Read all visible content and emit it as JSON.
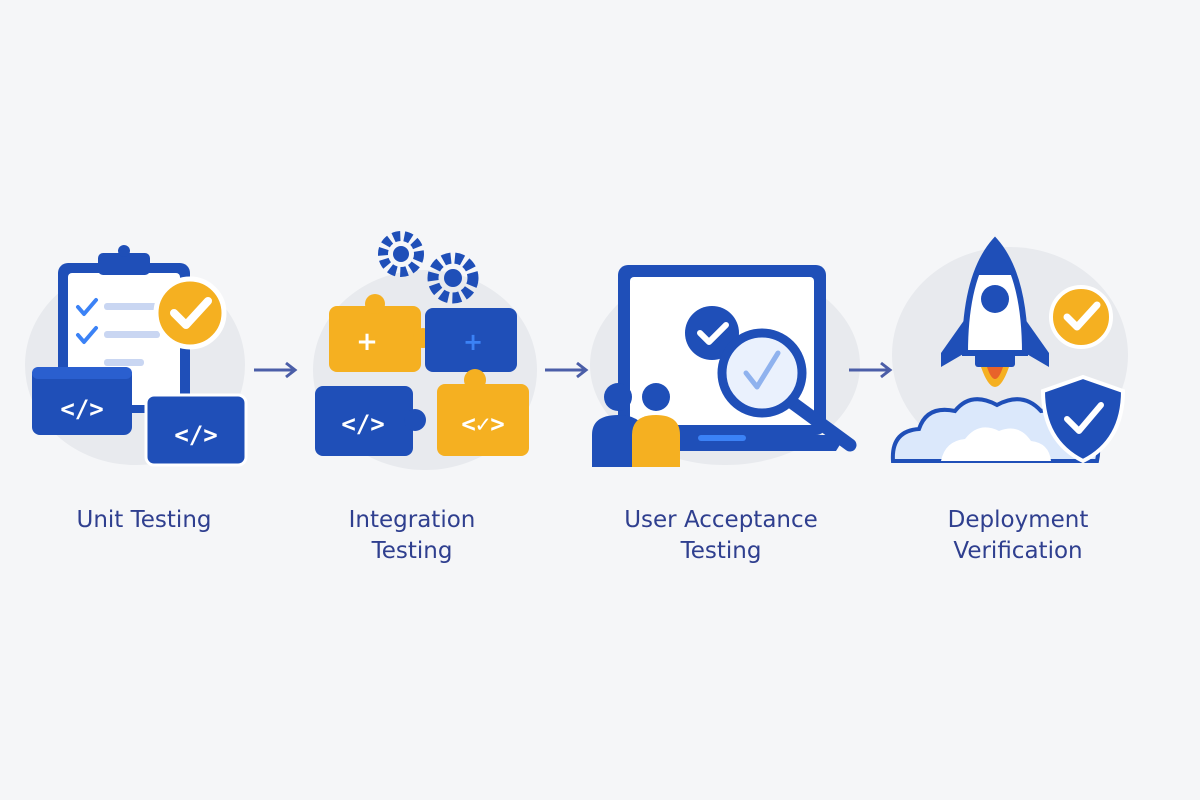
{
  "diagram": {
    "stages": [
      {
        "id": "unit",
        "label_lines": [
          "Unit Testing"
        ]
      },
      {
        "id": "integration",
        "label_lines": [
          "Integration",
          "Testing"
        ]
      },
      {
        "id": "uat",
        "label_lines": [
          "User Acceptance",
          "Testing"
        ]
      },
      {
        "id": "deployment",
        "label_lines": [
          "Deployment",
          "Verification"
        ]
      }
    ],
    "colors": {
      "primary_blue": "#1f4fb8",
      "light_blue": "#3b82f6",
      "accent_yellow": "#f5b021",
      "label_text": "#2f3f8f",
      "arrow": "#4b5ea8",
      "background": "#f5f6f8"
    },
    "icons": {
      "unit": [
        "clipboard-checklist-icon",
        "check-badge-icon",
        "code-window-icon"
      ],
      "integration": [
        "gear-icon",
        "puzzle-pieces-icon",
        "code-window-icon"
      ],
      "uat": [
        "laptop-icon",
        "checkmark-circle-icon",
        "magnifier-icon",
        "users-icon"
      ],
      "deployment": [
        "rocket-icon",
        "cloud-icon",
        "check-badge-icon",
        "shield-check-icon"
      ]
    }
  }
}
